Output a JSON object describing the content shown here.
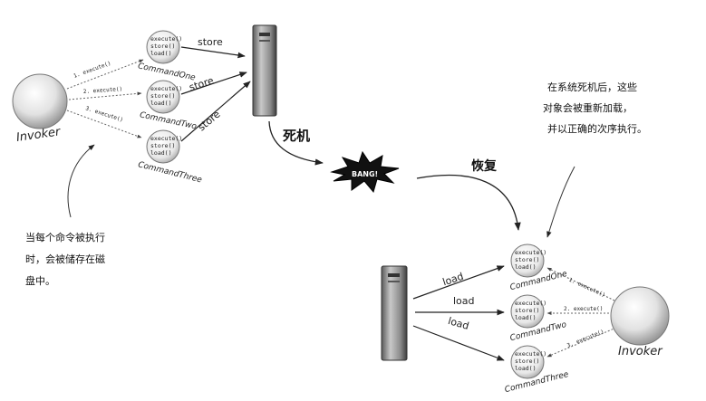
{
  "invoker_label": "Invoker",
  "commands": {
    "one": "CommandOne",
    "two": "CommandTwo",
    "three": "CommandThree"
  },
  "methods": [
    "execute()",
    "store()",
    "load()"
  ],
  "calls": {
    "one": "1. execute()",
    "two": "2. execute()",
    "three": "3. execute()"
  },
  "store_label": "store",
  "load_label": "load",
  "crash_label": "死机",
  "bang_label": "BANG!",
  "restore_label": "恢复",
  "note_left": [
    "当每个命令被执行",
    "时，会被储存在磁",
    "盘中。"
  ],
  "note_right": [
    "在系统死机后，这些",
    "对象会被重新加载，",
    "并以正确的次序执行。"
  ]
}
